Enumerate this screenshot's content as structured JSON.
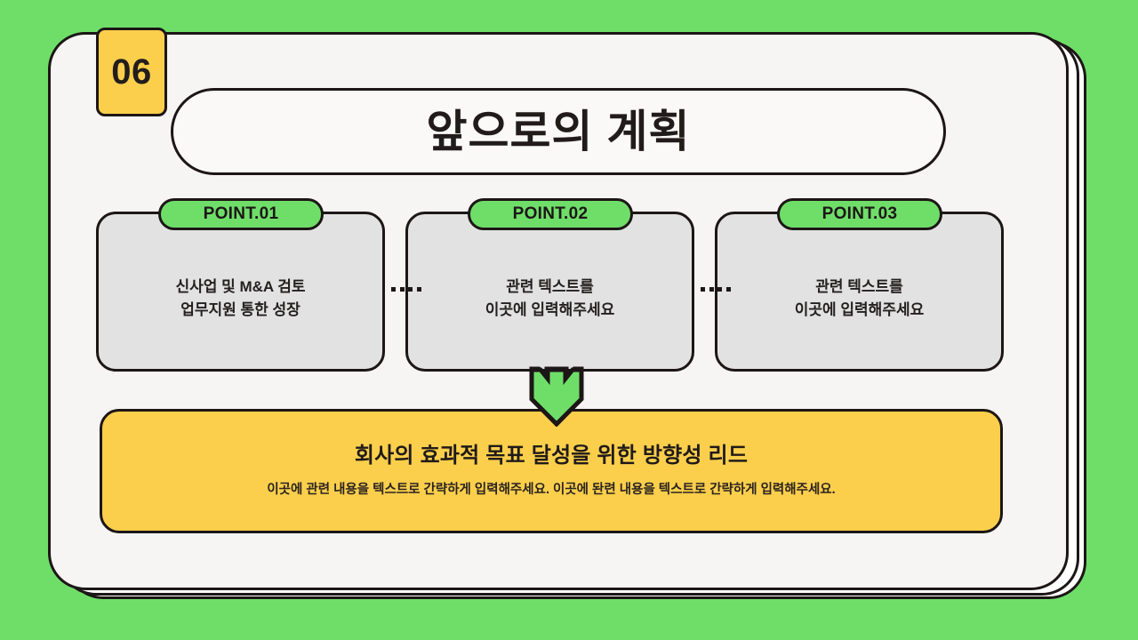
{
  "theme": {
    "background_green": "#6FDE69",
    "card_surface": "#F6F5F3",
    "point_card_gray": "#E2E2E2",
    "accent_yellow": "#FBCF4B",
    "outline_black": "#1C1616",
    "badge_green": "#6FDE69"
  },
  "slide": {
    "number": "06",
    "title": "앞으로의 계획"
  },
  "points": [
    {
      "badge": "POINT.01",
      "body": "신사업 및 M&A 검토\n업무지원 통한 성장"
    },
    {
      "badge": "POINT.02",
      "body": "관련 텍스트를\n이곳에 입력해주세요"
    },
    {
      "badge": "POINT.03",
      "body": "관련 텍스트를\n이곳에 입력해주세요"
    }
  ],
  "connectors": {
    "icon": "dotted-connector-icon",
    "dot_count": 4
  },
  "arrow": {
    "icon": "arrow-down-icon",
    "fill": "#6FDE69"
  },
  "banner": {
    "title": "회사의 효과적 목표 달성을 위한 방향성 리드",
    "subtitle": "이곳에 관련 내용을 텍스트로 간략하게 입력해주세요. 이곳에 돤련 내용을 텍스트로 간략하게 입력해주세요."
  }
}
